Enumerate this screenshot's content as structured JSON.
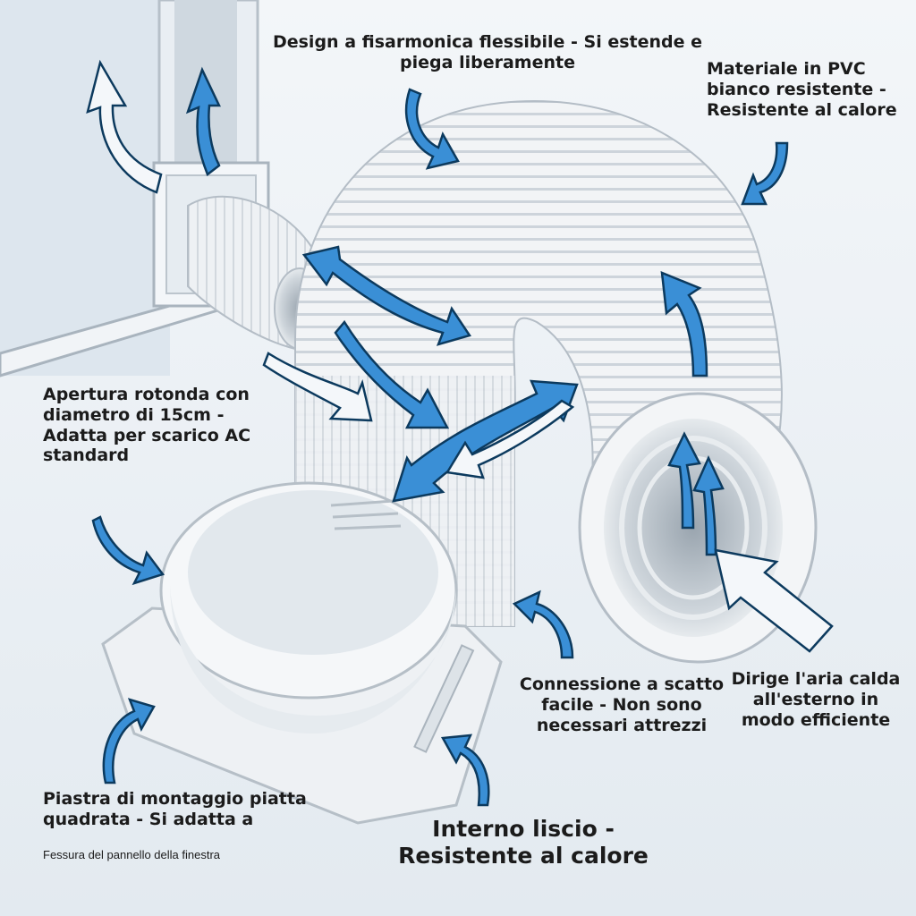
{
  "labels": {
    "design": "Design a fisarmonica flessibile - Si estende e piega liberamente",
    "material": "Materiale in PVC bianco resistente - Resistente al calore",
    "opening": "Apertura rotonda con diametro di 15cm - Adatta per scarico AC standard",
    "snap": "Connessione a scatto facile - Non sono necessari attrezzi",
    "hot_air": "Dirige l'aria calda all'esterno in modo efficiente",
    "plate": "Piastra di montaggio piatta quadrata - Si adatta a",
    "slot": "Fessura del pannello della finestra",
    "interior": "Interno liscio - Resistente al calore"
  },
  "colors": {
    "background": "#eaf0f5",
    "arrow_blue": "#3a8fd6",
    "arrow_outline": "#0c3a5e",
    "hose_white": "#f3f5f7",
    "hose_shadow": "#c9d1d8",
    "text": "#1b1b1b"
  }
}
